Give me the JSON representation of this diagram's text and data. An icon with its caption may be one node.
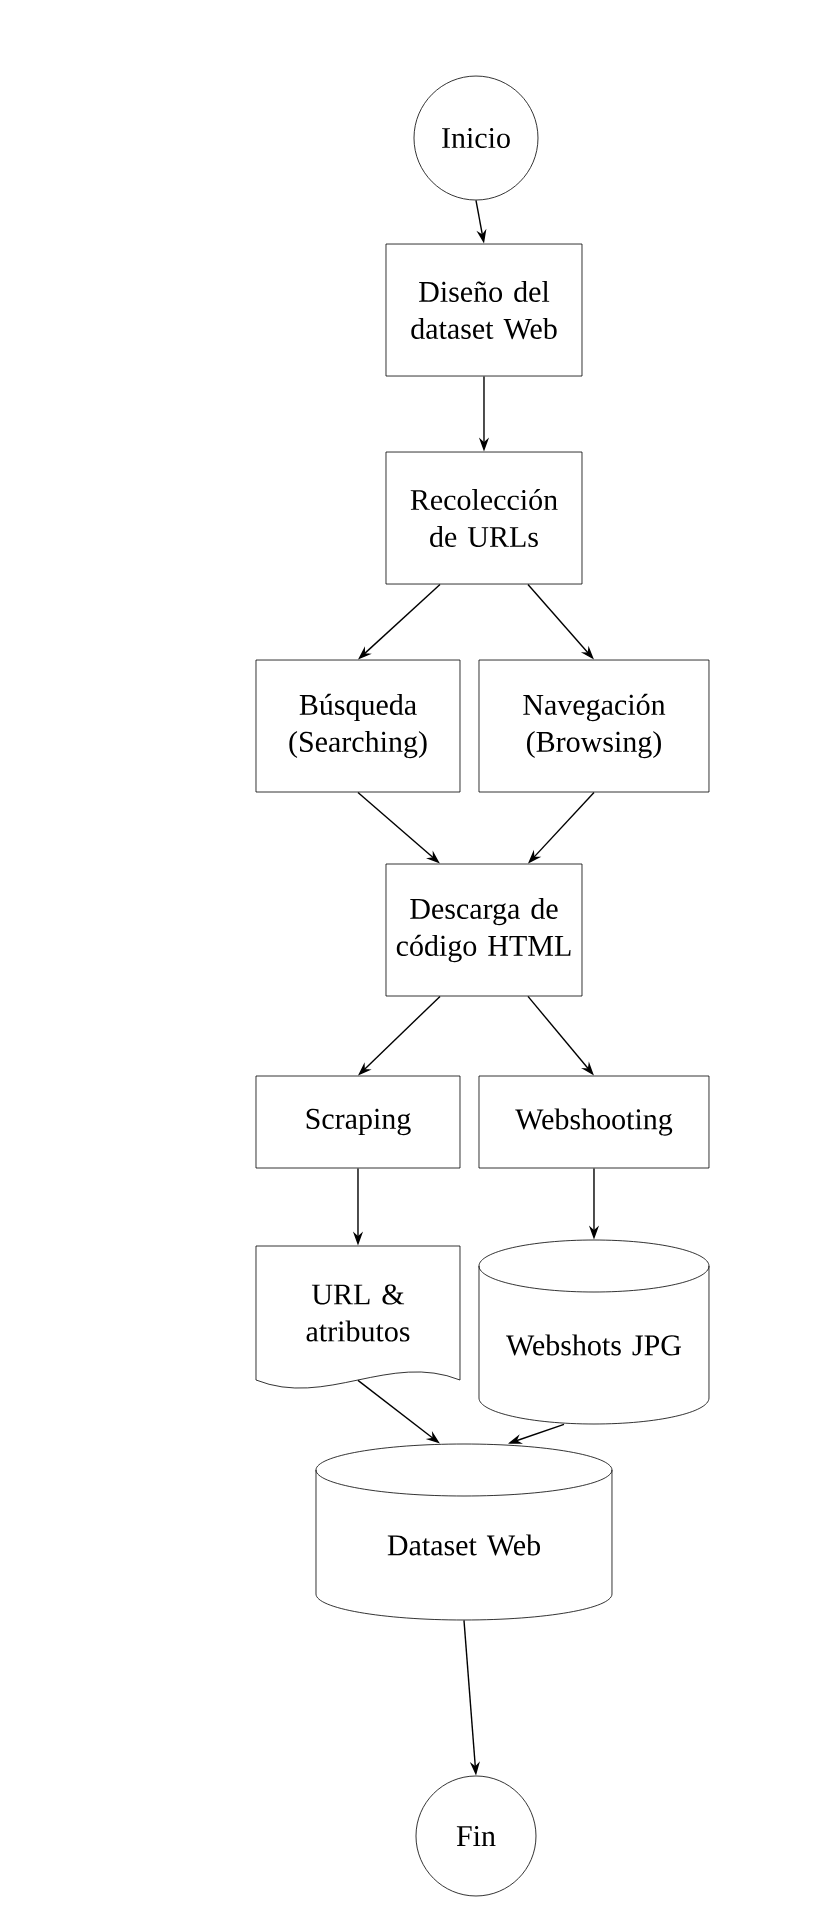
{
  "diagram": {
    "nodes": [
      {
        "text": [
          "Inicio"
        ]
      },
      {
        "text": [
          "Diseño del dataset Web"
        ]
      },
      {
        "text": [
          "Recolección de URLs"
        ]
      },
      {
        "text": [
          "Búsqueda (Searching)"
        ]
      },
      {
        "text": [
          "Navegación (Browsing)"
        ]
      },
      {
        "text": [
          "Descarga de código HTML"
        ]
      },
      {
        "text": [
          "Scraping"
        ]
      },
      {
        "text": [
          "Webshooting"
        ]
      },
      {
        "text": [
          "URL & atributos"
        ]
      },
      {
        "text": [
          "Webshots JPG"
        ]
      },
      {
        "text": [
          "Dataset Web"
        ]
      },
      {
        "text": [
          "Fin"
        ]
      }
    ],
    "edges": [
      {
        "from": 0,
        "to": 1,
        "arrow": "to"
      },
      {
        "from": 1,
        "to": 2,
        "arrow": "to"
      },
      {
        "from": 2,
        "to": 3,
        "arrow": "to"
      },
      {
        "from": 2,
        "to": 4,
        "arrow": "to"
      },
      {
        "from": 3,
        "to": 5,
        "arrow": "to"
      },
      {
        "from": 4,
        "to": 5,
        "arrow": "to"
      },
      {
        "from": 5,
        "to": 6,
        "arrow": "to"
      },
      {
        "from": 5,
        "to": 7,
        "arrow": "to"
      },
      {
        "from": 6,
        "to": 8,
        "arrow": "to"
      },
      {
        "from": 7,
        "to": 9,
        "arrow": "to"
      },
      {
        "from": 8,
        "to": 10,
        "arrow": "to"
      },
      {
        "from": 9,
        "to": 10,
        "arrow": "to"
      },
      {
        "from": 10,
        "to": 11,
        "arrow": "to"
      }
    ]
  }
}
